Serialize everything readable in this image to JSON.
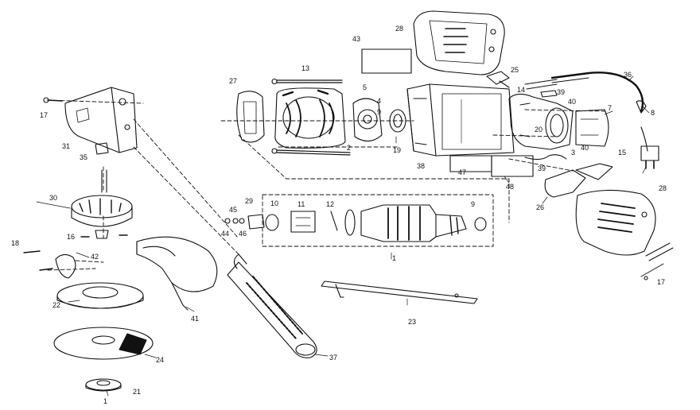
{
  "diagram": {
    "type": "exploded-parts-view",
    "ink_color": "#111111",
    "paper_color": "#ffffff",
    "callouts": [
      {
        "id": "c-1-top",
        "text": "1"
      },
      {
        "id": "c-1-bot",
        "text": "1"
      },
      {
        "id": "c-2",
        "text": "2"
      },
      {
        "id": "c-3",
        "text": "3"
      },
      {
        "id": "c-4",
        "text": "4"
      },
      {
        "id": "c-5",
        "text": "5"
      },
      {
        "id": "c-7",
        "text": "7"
      },
      {
        "id": "c-8",
        "text": "8"
      },
      {
        "id": "c-9-l",
        "text": "9"
      },
      {
        "id": "c-9-r",
        "text": "9"
      },
      {
        "id": "c-10",
        "text": "10"
      },
      {
        "id": "c-11",
        "text": "11"
      },
      {
        "id": "c-12",
        "text": "12"
      },
      {
        "id": "c-13",
        "text": "13"
      },
      {
        "id": "c-14",
        "text": "14"
      },
      {
        "id": "c-15",
        "text": "15"
      },
      {
        "id": "c-16",
        "text": "16"
      },
      {
        "id": "c-17-l",
        "text": "17"
      },
      {
        "id": "c-17-r",
        "text": "17"
      },
      {
        "id": "c-18",
        "text": "18"
      },
      {
        "id": "c-19",
        "text": "19"
      },
      {
        "id": "c-20",
        "text": "20"
      },
      {
        "id": "c-21",
        "text": "21"
      },
      {
        "id": "c-22",
        "text": "22"
      },
      {
        "id": "c-23",
        "text": "23"
      },
      {
        "id": "c-24",
        "text": "24"
      },
      {
        "id": "c-25",
        "text": "25"
      },
      {
        "id": "c-26",
        "text": "26"
      },
      {
        "id": "c-27",
        "text": "27"
      },
      {
        "id": "c-28-t",
        "text": "28"
      },
      {
        "id": "c-28-r",
        "text": "28"
      },
      {
        "id": "c-29",
        "text": "29"
      },
      {
        "id": "c-30",
        "text": "30"
      },
      {
        "id": "c-31",
        "text": "31"
      },
      {
        "id": "c-35",
        "text": "35"
      },
      {
        "id": "c-36",
        "text": "36"
      },
      {
        "id": "c-37",
        "text": "37"
      },
      {
        "id": "c-38",
        "text": "38"
      },
      {
        "id": "c-39-a",
        "text": "39"
      },
      {
        "id": "c-39-b",
        "text": "39"
      },
      {
        "id": "c-40-a",
        "text": "40"
      },
      {
        "id": "c-40-b",
        "text": "40"
      },
      {
        "id": "c-41",
        "text": "41"
      },
      {
        "id": "c-42",
        "text": "42"
      },
      {
        "id": "c-43",
        "text": "43"
      },
      {
        "id": "c-44",
        "text": "44"
      },
      {
        "id": "c-45",
        "text": "45"
      },
      {
        "id": "c-46",
        "text": "46"
      },
      {
        "id": "c-47",
        "text": "47"
      },
      {
        "id": "c-48",
        "text": "48"
      }
    ]
  }
}
